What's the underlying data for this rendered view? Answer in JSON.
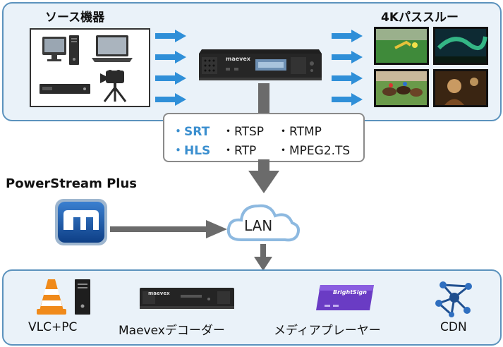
{
  "source_section": {
    "title": "ソース機器"
  },
  "passthrough_section": {
    "title": "4Kパススルー"
  },
  "protocols": {
    "row1": [
      "・SRT",
      "・RTSP",
      "・RTMP"
    ],
    "row2": [
      "・HLS",
      "・RTP",
      "・MPEG2.TS"
    ]
  },
  "software": {
    "title": "PowerStream Plus"
  },
  "network": {
    "label": "LAN"
  },
  "destinations": {
    "vlc_pc": "VLC+PC",
    "decoder": "Maevexデコーダー",
    "media_player": "メディアプレーヤー",
    "cdn": "CDN"
  },
  "device_brand": "maevex",
  "player_brand": "BrightSign",
  "colors": {
    "accent_blue": "#3b8fcf",
    "panel_border": "#5b92bd",
    "panel_fill": "#eaf2f9",
    "gray_arrow": "#6b6b6b",
    "arrow_blue": "#2f8fd8"
  }
}
